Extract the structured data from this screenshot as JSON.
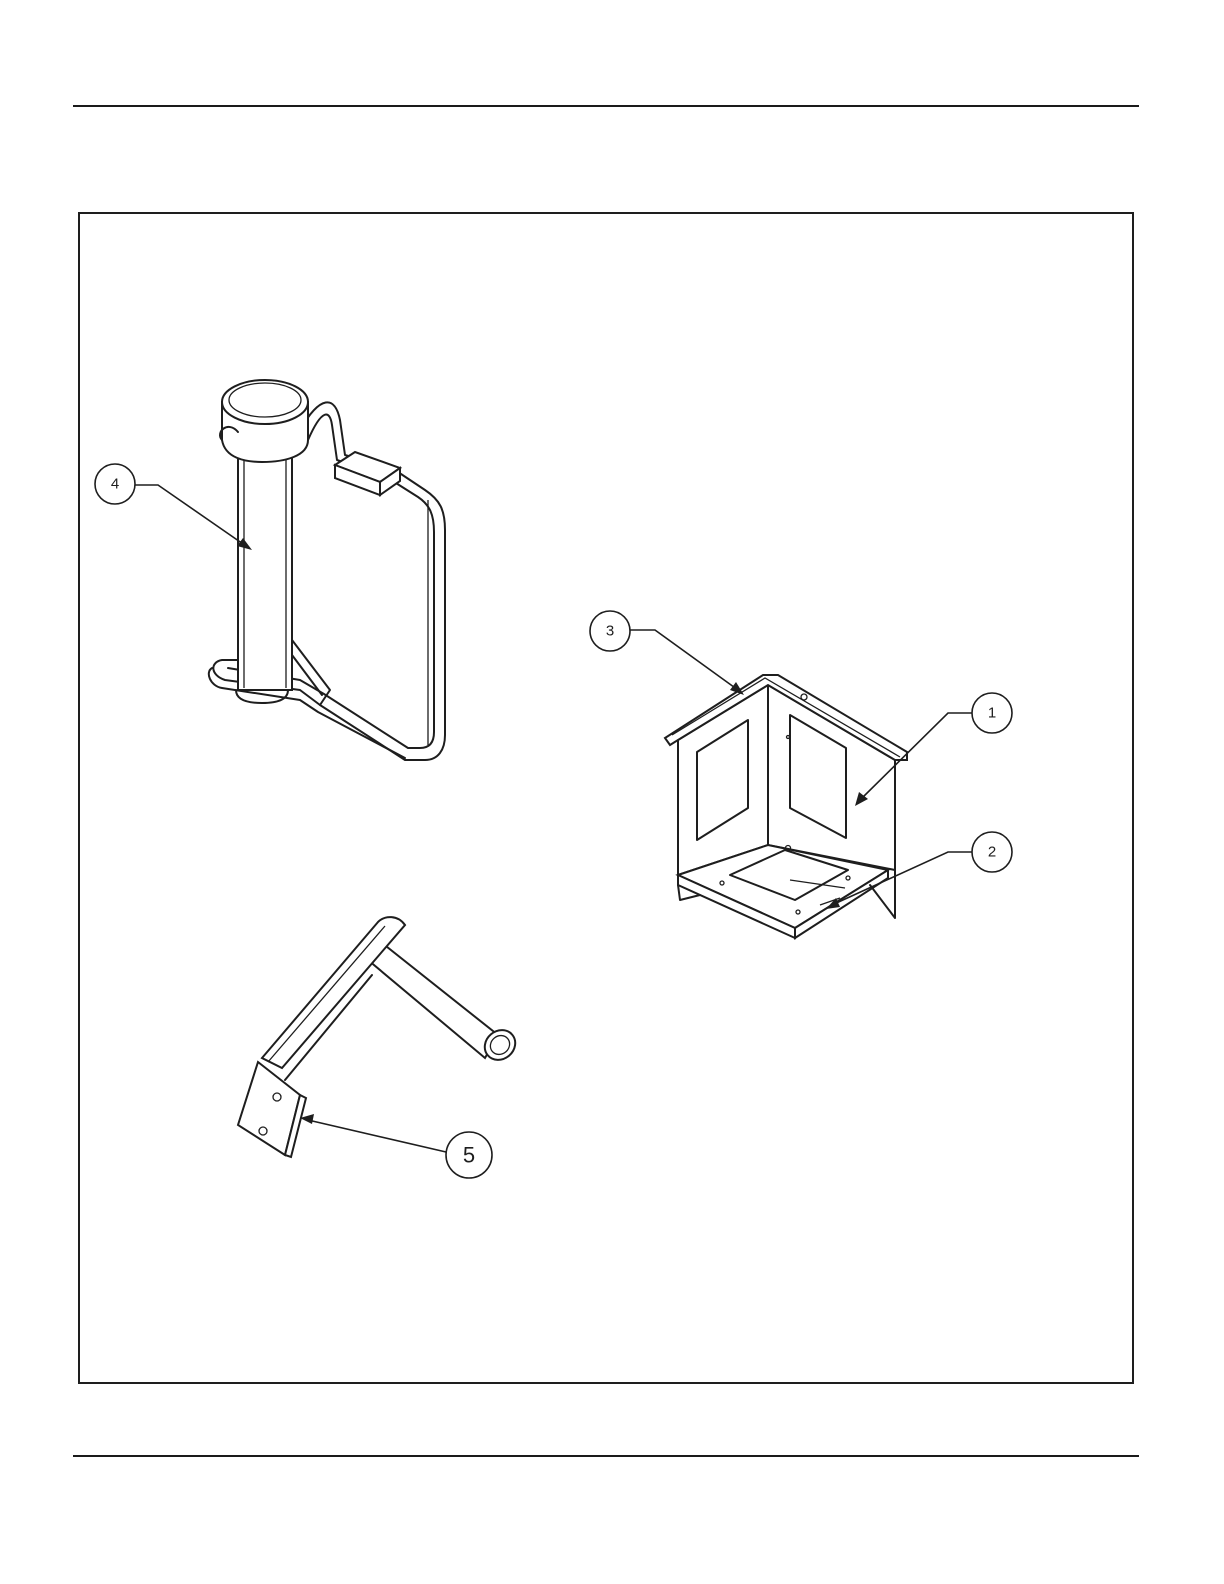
{
  "balloons": [
    {
      "label": "1"
    },
    {
      "label": "2"
    },
    {
      "label": "3"
    },
    {
      "label": "4"
    },
    {
      "label": "5"
    }
  ],
  "colors": {
    "line": "#1e1e1e",
    "paper": "#ffffff"
  }
}
